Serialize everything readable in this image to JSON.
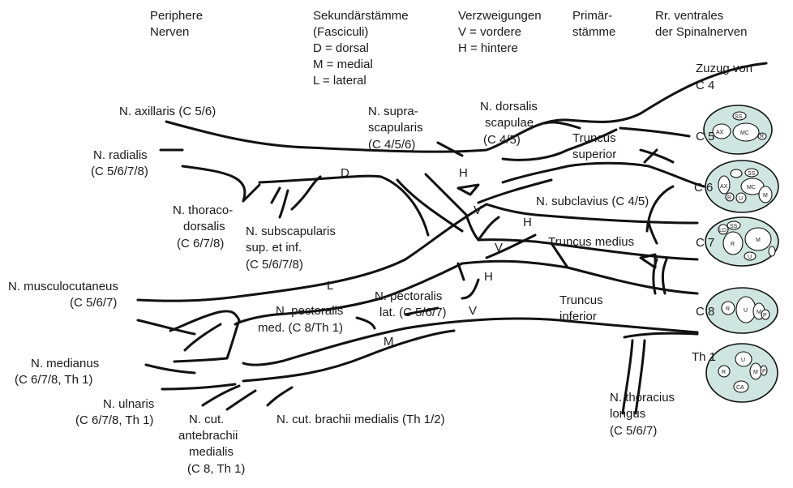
{
  "headers": {
    "peripheral": [
      "Periphere",
      "Nerven"
    ],
    "secondary": [
      "Sekundärstämme",
      "(Fasciculi)",
      "D = dorsal",
      "M = medial",
      "L = lateral"
    ],
    "branches": [
      "Verzweigungen",
      "V = vordere",
      "H = hintere"
    ],
    "primary": [
      "Primär-",
      "stämme"
    ],
    "ventral": [
      "Rr. ventrales",
      "der Spinalnerven"
    ]
  },
  "nerves": {
    "axillaris": [
      "N. axillaris (C 5/6)"
    ],
    "radialis": [
      "N. radialis",
      "(C 5/6/7/8)"
    ],
    "thoracodorsalis": [
      "N. thoraco-",
      "dorsalis",
      "(C 6/7/8)"
    ],
    "subscapularis": [
      "N. subscapularis",
      "sup. et inf.",
      "(C 5/6/7/8)"
    ],
    "musculocutaneus": [
      "N. musculocutaneus",
      "(C 5/6/7)"
    ],
    "medianus": [
      "N. medianus",
      "(C 6/7/8, Th 1)"
    ],
    "ulnaris": [
      "N. ulnaris",
      "(C 6/7/8, Th 1)"
    ],
    "cut_antebrachii": [
      "N. cut.",
      "antebrachii",
      "medialis",
      "(C 8, Th 1)"
    ],
    "cut_brachii": [
      "N. cut. brachii medialis (Th 1/2)"
    ],
    "pectoralis_med": [
      "N. pectoralis",
      "med. (C 8/Th 1)"
    ],
    "pectoralis_lat": [
      "N. pectoralis",
      "lat. (C 5/6/7)"
    ],
    "suprascapularis": [
      "N. supra-",
      "scapularis",
      "(C 4/5/6)"
    ],
    "dorsalis_scapulae": [
      "N. dorsalis",
      "scapulae",
      "(C 4/5)"
    ],
    "subclavius": [
      "N. subclavius (C 4/5)"
    ],
    "thoracius_longus": [
      "N. thoracius",
      "longus",
      "(C 5/6/7)"
    ]
  },
  "trunks": {
    "superior": [
      "Truncus",
      "superior"
    ],
    "medius": [
      "Truncus medius"
    ],
    "inferior": [
      "Truncus",
      "inferior"
    ]
  },
  "cords": {
    "dorsal": "D",
    "lateral": "L",
    "medial": "M"
  },
  "divisions": {
    "h_upper": "H",
    "v_upper": "V",
    "h_middle": "H",
    "v_middle": "V",
    "h_lower": "H",
    "v_lower": "V"
  },
  "roots": {
    "c4": [
      "Zuzug von",
      "C 4"
    ],
    "c5": "C 5",
    "c6": "C 6",
    "c7": "C 7",
    "c8": "C 8",
    "th1": "Th 1"
  },
  "cross_sections": {
    "c5": [
      "SS",
      "AX",
      "MC",
      "R"
    ],
    "c6": [
      "AX",
      "SS",
      "MC",
      "R",
      "U",
      "M"
    ],
    "c7": [
      "LD",
      "SS",
      "R",
      "M",
      "U"
    ],
    "c8": [
      "R",
      "U",
      "M",
      "P"
    ],
    "th1": [
      "U",
      "R",
      "M",
      "P",
      "CA"
    ]
  },
  "colors": {
    "cross_section_fill": "#cfe6e0",
    "line": "#111111"
  }
}
